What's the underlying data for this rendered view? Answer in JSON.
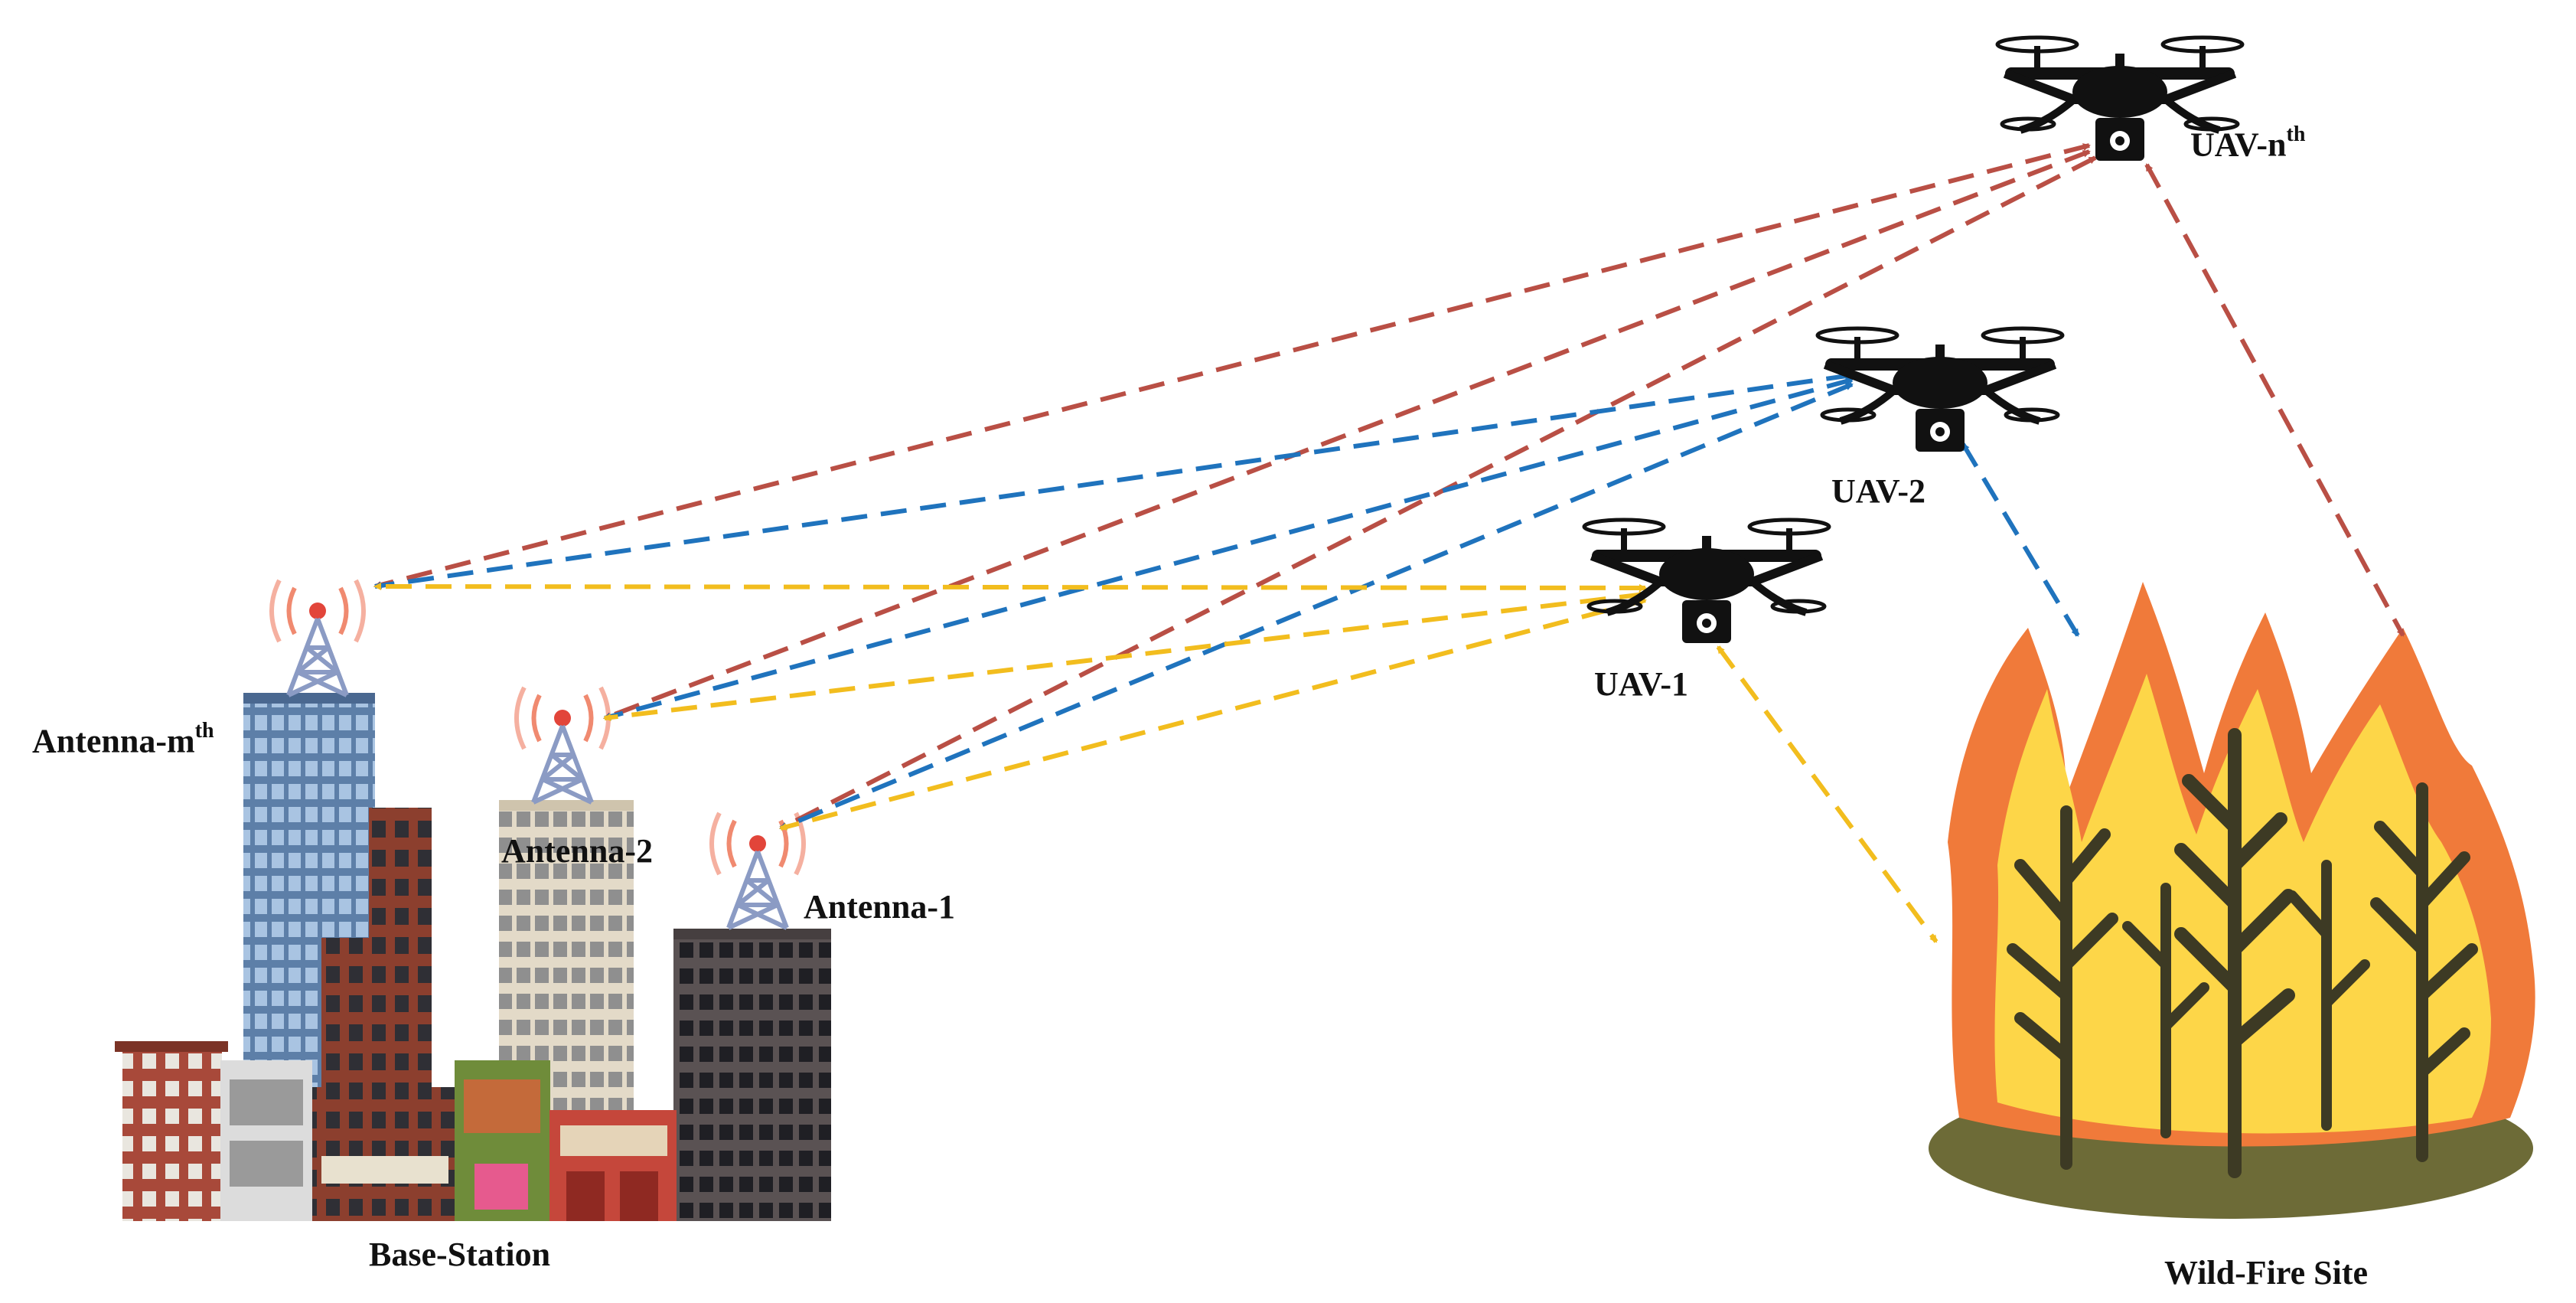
{
  "labels": {
    "base_station": "Base-Station",
    "antenna_1": "Antenna-1",
    "antenna_2": "Antenna-2",
    "antenna_m_base": "Antenna-m",
    "antenna_m_sup": "th",
    "uav_1": "UAV-1",
    "uav_2": "UAV-2",
    "uav_n_base": "UAV-n",
    "uav_n_sup": "th",
    "wildfire": "Wild-Fire Site"
  },
  "colors": {
    "link_uav_n": "#b94f45",
    "link_uav_2": "#1f73bd",
    "link_uav_1": "#f2bd1e",
    "flame_outer": "#f07a3a",
    "flame_inner": "#fdd648",
    "ground": "#6d6b37",
    "tree": "#3d3a24",
    "antenna_signal": "#e2453a",
    "antenna_frame": "#8b9bc4"
  },
  "links": [
    {
      "from": "uav-n",
      "to": "antenna-m",
      "color": "link_uav_n"
    },
    {
      "from": "uav-n",
      "to": "antenna-2",
      "color": "link_uav_n"
    },
    {
      "from": "uav-n",
      "to": "antenna-1",
      "color": "link_uav_n"
    },
    {
      "from": "uav-2",
      "to": "antenna-m",
      "color": "link_uav_2"
    },
    {
      "from": "uav-2",
      "to": "antenna-2",
      "color": "link_uav_2"
    },
    {
      "from": "uav-2",
      "to": "antenna-1",
      "color": "link_uav_2"
    },
    {
      "from": "uav-1",
      "to": "antenna-m",
      "color": "link_uav_1"
    },
    {
      "from": "uav-1",
      "to": "antenna-2",
      "color": "link_uav_1"
    },
    {
      "from": "uav-1",
      "to": "antenna-1",
      "color": "link_uav_1"
    },
    {
      "from": "uav-n",
      "to": "wildfire",
      "color": "link_uav_n"
    },
    {
      "from": "uav-2",
      "to": "wildfire",
      "color": "link_uav_2"
    },
    {
      "from": "uav-1",
      "to": "wildfire",
      "color": "link_uav_1"
    }
  ]
}
